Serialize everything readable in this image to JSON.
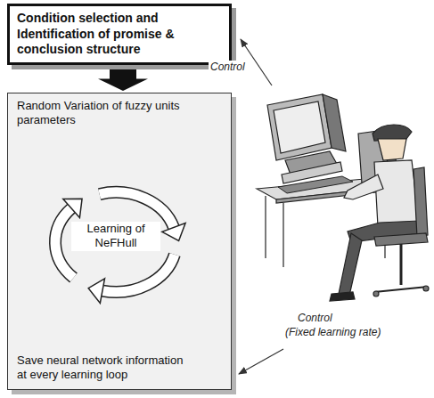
{
  "diagram": {
    "nodes": [
      {
        "text": [
          "Condition selection and Identification of promise & conclusion structure"
        ]
      },
      {
        "text": [
          "Random Variation of fuzzy units parameters",
          "Save neural network information at every learning loop"
        ]
      },
      {
        "text": [
          "Learning of NeFHull"
        ],
        "in": 1
      }
    ],
    "edges": [
      {
        "from": 0,
        "to": 1,
        "arrow": "to"
      }
    ],
    "labels": [
      "Control",
      "Control",
      "(Fixed learning rate)"
    ]
  }
}
